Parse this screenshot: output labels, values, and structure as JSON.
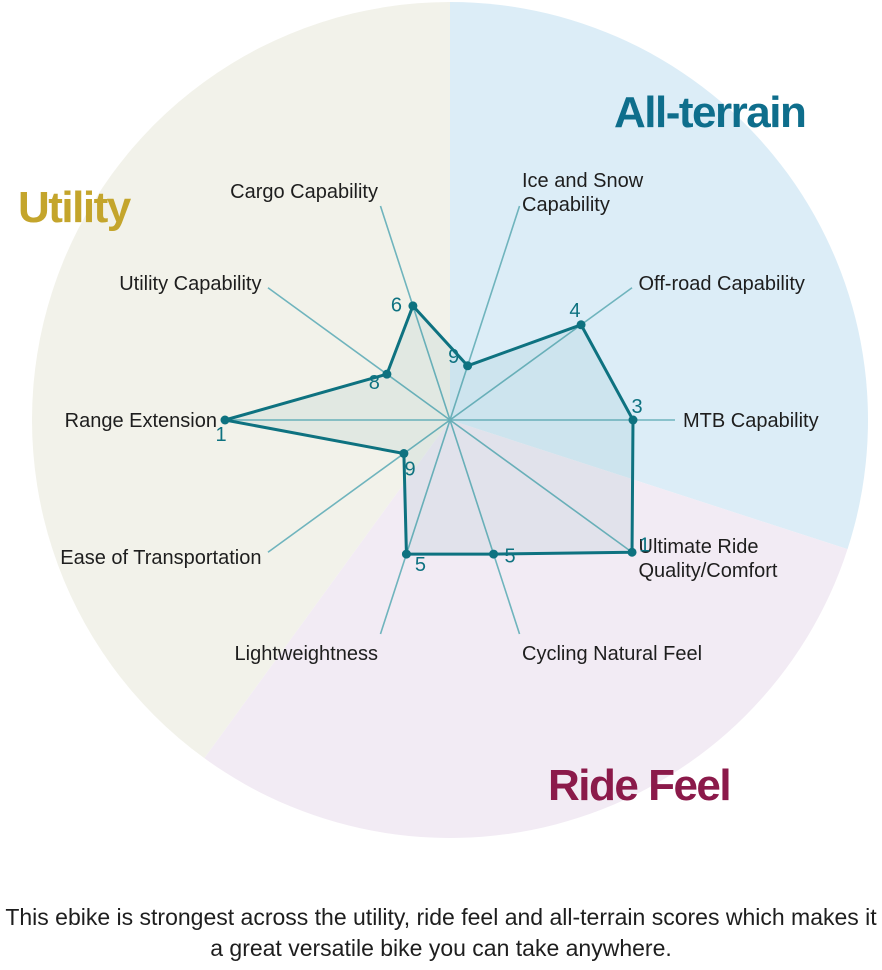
{
  "chart_data": {
    "type": "radar",
    "max_score": 10,
    "scale_note": "1 = best",
    "axes": [
      {
        "name": "Ice and Snow Capability",
        "score": 9,
        "sector": "all_terrain"
      },
      {
        "name": "Off-road Capability",
        "score": 4,
        "sector": "all_terrain"
      },
      {
        "name": "MTB Capability",
        "score": 3,
        "sector": "all_terrain"
      },
      {
        "name": "Ultimate Ride Quality/Comfort",
        "score": 1,
        "sector": "ride_feel"
      },
      {
        "name": "Cycling Natural Feel",
        "score": 5,
        "sector": "ride_feel"
      },
      {
        "name": "Lightweightness",
        "score": 5,
        "sector": "ride_feel"
      },
      {
        "name": "Ease of Transportation",
        "score": 9,
        "sector": "utility"
      },
      {
        "name": "Range Extension",
        "score": 1,
        "sector": "utility"
      },
      {
        "name": "Utility Capability",
        "score": 8,
        "sector": "utility"
      },
      {
        "name": "Cargo Capability",
        "score": 6,
        "sector": "utility"
      }
    ],
    "sectors": {
      "all_terrain": {
        "title": "All-terrain",
        "title_color": "#0e6e8c",
        "fill": "#dcedf7"
      },
      "ride_feel": {
        "title": "Ride Feel",
        "title_color": "#8b1a4a",
        "fill": "#f2ebf4"
      },
      "utility": {
        "title": "Utility",
        "title_color": "#c4a52c",
        "fill": "#f2f2ea"
      }
    },
    "series_color": "#0e7280"
  },
  "caption": "This ebike is strongest across the utility, ride feel and all-terrain scores which makes it a great versatile bike you can take anywhere."
}
